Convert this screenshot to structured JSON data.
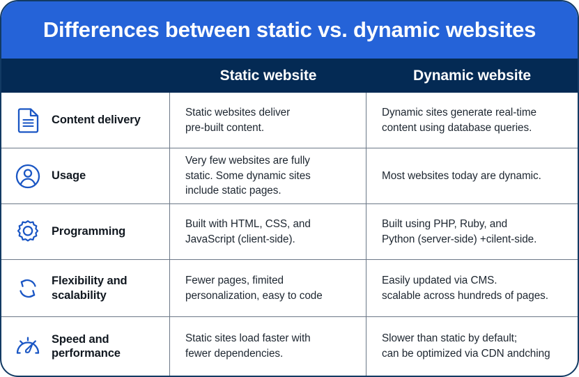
{
  "title": "Differences between static vs. dynamic websites",
  "colors": {
    "banner_blue": "#2563d8",
    "header_navy": "#042a54",
    "icon_blue": "#1a56c4",
    "border_gray": "#6b7787",
    "card_border": "#123a63",
    "label_text": "#111820",
    "value_text": "#1d2630"
  },
  "columns": {
    "feature_header": "",
    "static_header": "Static website",
    "dynamic_header": "Dynamic website"
  },
  "rows": [
    {
      "icon": "document-lines-icon",
      "label": "Content delivery",
      "static": "Static websites deliver\npre-built content.",
      "dynamic": "Dynamic sites generate real-time\ncontent using database queries."
    },
    {
      "icon": "user-circle-icon",
      "label": "Usage",
      "static": "Very few websites are fully\nstatic. Some dynamic sites\ninclude static pages.",
      "dynamic": "Most websites today are dynamic."
    },
    {
      "icon": "gear-icon",
      "label": "Programming",
      "static": "Built with HTML, CSS, and\nJavaScript (client-side).",
      "dynamic": "Built using PHP, Ruby, and\nPython (server-side) +cilent-side."
    },
    {
      "icon": "refresh-cycle-icon",
      "label": "Flexibility and scalability",
      "static": "Fewer pages, fimited\npersonalization,  easy to code",
      "dynamic": "Easily updated via CMS.\nscalable across hundreds of pages."
    },
    {
      "icon": "speedometer-icon",
      "label": "Speed and performance",
      "static": "Static sites load faster with\nfewer dependencies.",
      "dynamic": "Slower than static by default;\ncan be optimized via CDN andching"
    }
  ]
}
